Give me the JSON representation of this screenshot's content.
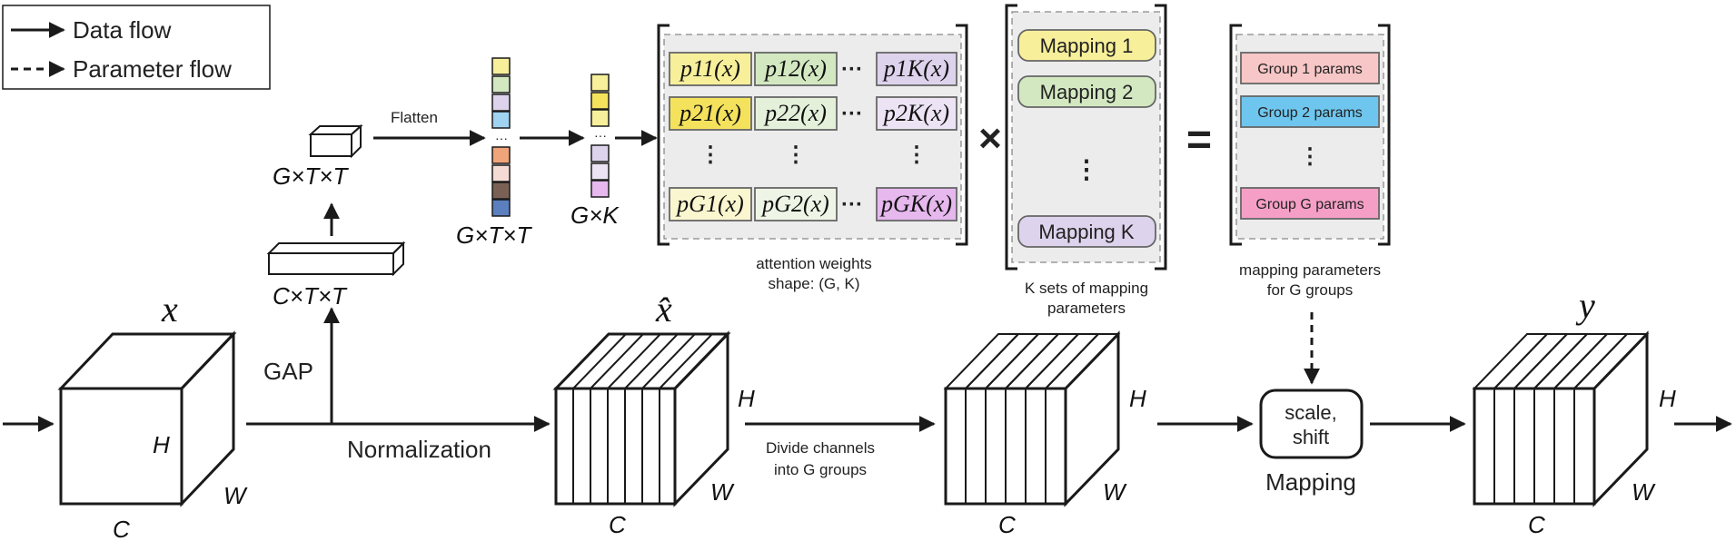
{
  "legend": {
    "data_flow": "Data flow",
    "param_flow": "Parameter flow"
  },
  "labels": {
    "x": "x",
    "x_hat": "x̂",
    "y": "y",
    "gap": "GAP",
    "normalization": "Normalization",
    "flatten": "Flatten",
    "c_t_t": "C×T×T",
    "g_t_t_box": "G×T×T",
    "g_t_t_vec": "G×T×T",
    "g_k": "G×K",
    "divide": [
      "Divide channels",
      "into G groups"
    ],
    "mapping": "Mapping",
    "scale_shift": [
      "scale,",
      "shift"
    ],
    "attn_caption": [
      "attention weights",
      "shape: (G, K)"
    ],
    "ksets_caption": [
      "K sets of  mapping",
      "parameters"
    ],
    "mapparams_caption": [
      "mapping parameters",
      "for G groups"
    ],
    "times": "×",
    "equals": "="
  },
  "cube_dims": {
    "c": "C",
    "h": "H",
    "w": "W"
  },
  "attention_matrix": [
    [
      "p11(x)",
      "p12(x)",
      "p1K(x)"
    ],
    [
      "p21(x)",
      "p22(x)",
      "p2K(x)"
    ],
    [
      "pG1(x)",
      "pG2(x)",
      "pGK(x)"
    ]
  ],
  "mappings": [
    "Mapping 1",
    "Mapping 2",
    "Mapping K"
  ],
  "group_params": [
    "Group 1 params",
    "Group 2 params",
    "Group G params"
  ],
  "colors": {
    "yellow": "#f7ef9a",
    "green": "#d3e8c1",
    "lavender": "#ddd3ec",
    "pink": "#f7c6c6",
    "blue": "#6ec6ee",
    "magenta": "#f59fc6",
    "panel": "#ececec"
  }
}
